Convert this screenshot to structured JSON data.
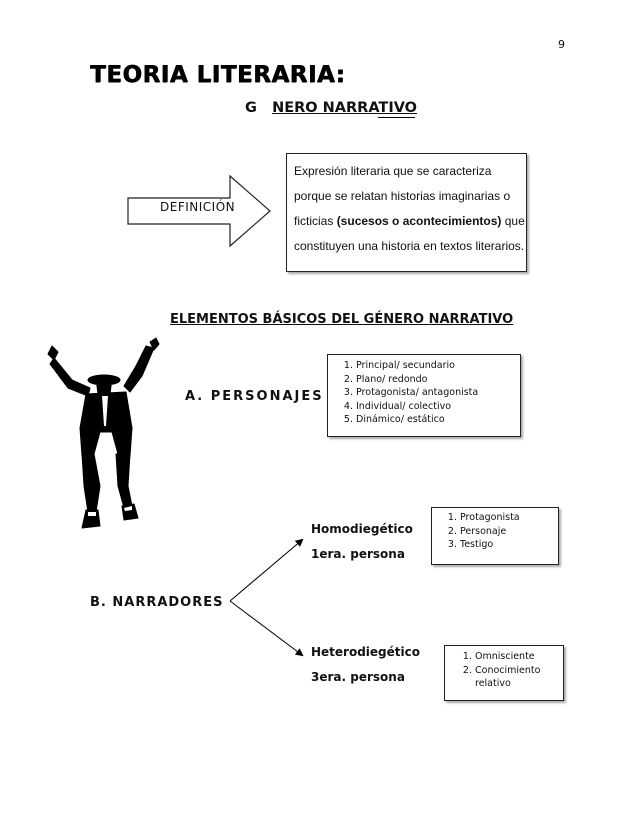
{
  "page_number": "9",
  "title": "TEORIA LITERARIA:",
  "subtitle_part1": "G",
  "subtitle_part2": "NERO NARRATIVO",
  "definition": {
    "label": "DEFINICIÓN",
    "text_before": "Expresión literaria que se caracteriza porque se relatan historias imaginarias o ficticias ",
    "text_emphasis": "(sucesos o acontecimientos)",
    "text_after": " que constituyen una historia en textos literarios."
  },
  "elements_heading": "ELEMENTOS BÁSICOS DEL GÉNERO NARRATIVO",
  "personajes": {
    "label": "A.  PERSONAJES",
    "items": [
      "Principal/ secundario",
      "Plano/ redondo",
      "Protagonista/ antagonista",
      "Individual/ colectivo",
      "Dinámico/ estático"
    ]
  },
  "narradores": {
    "label": "B. NARRADORES",
    "homodiegetico": {
      "name": "Homodiegético",
      "person": "1era. persona",
      "items": [
        "Protagonista",
        "Personaje",
        "Testigo"
      ]
    },
    "heterodiegetico": {
      "name": "Heterodiegético",
      "person": "3era. persona",
      "items": [
        "Omnisciente",
        "Conocimiento relativo"
      ]
    }
  }
}
